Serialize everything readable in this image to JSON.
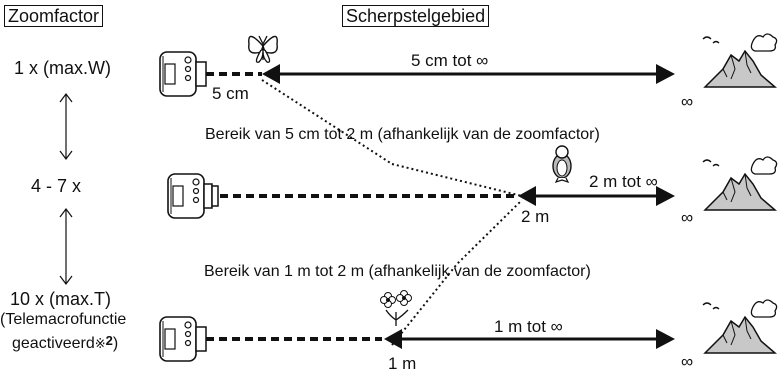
{
  "headers": {
    "zoom_factor": "Zoomfactor",
    "focus_area": "Scherpstelgebied"
  },
  "rows": [
    {
      "zoom_label": "1 x (max.W)",
      "near_label": "5 cm",
      "range_label": "5 cm tot ∞",
      "infinity": "∞",
      "subject_icon": "butterfly-icon"
    },
    {
      "zoom_label": "4 - 7 x",
      "near_label": "2 m",
      "range_label": "2 m tot ∞",
      "infinity": "∞",
      "subject_icon": "penguin-icon"
    },
    {
      "zoom_label": "10 x (max.T)",
      "zoom_sub1": "(Telemacrofunctie",
      "zoom_sub2": "geactiveerd",
      "zoom_sub2_mark": "※",
      "zoom_sub2_num": "2",
      "zoom_sub2_end": ")",
      "near_label": "1 m",
      "range_label": "1 m tot ∞",
      "infinity": "∞",
      "subject_icon": "flower-icon"
    }
  ],
  "range_notes": [
    "Bereik van 5 cm tot 2 m (afhankelijk van de zoomfactor)",
    "Bereik van 1 m tot 2 m (afhankelijk van de zoomfactor)"
  ],
  "icons": {
    "camera": "camera-icon",
    "mountain": "mountain-icon",
    "arrow": "double-arrow-icon"
  }
}
